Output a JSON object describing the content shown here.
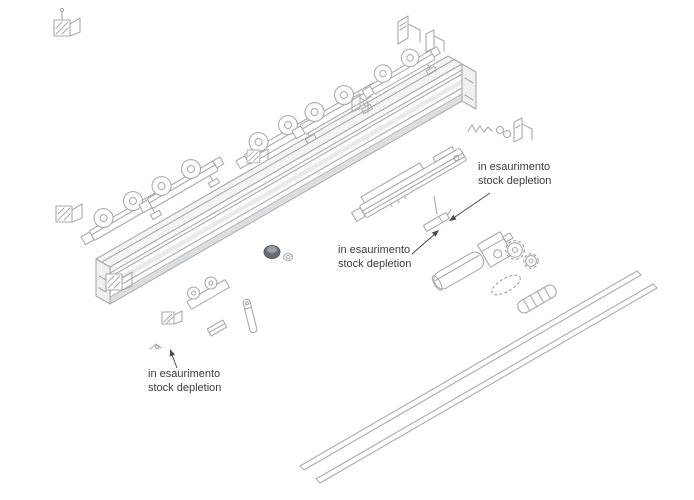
{
  "page": {
    "background": "#ffffff",
    "line_color": "#a7abaf",
    "text_color": "#3b3b3b"
  },
  "diagram": {
    "type": "exploded-parts-diagram",
    "subject": "sliding-door-track-hardware",
    "annotations": [
      {
        "id": "damper-right-note",
        "line1": "in esaurimento",
        "line2": "stock depletion"
      },
      {
        "id": "damper-left-note",
        "line1": "in esaurimento",
        "line2": "stock depletion"
      },
      {
        "id": "bottom-clip-note",
        "line1": "in esaurimento",
        "line2": "stock depletion"
      }
    ]
  }
}
